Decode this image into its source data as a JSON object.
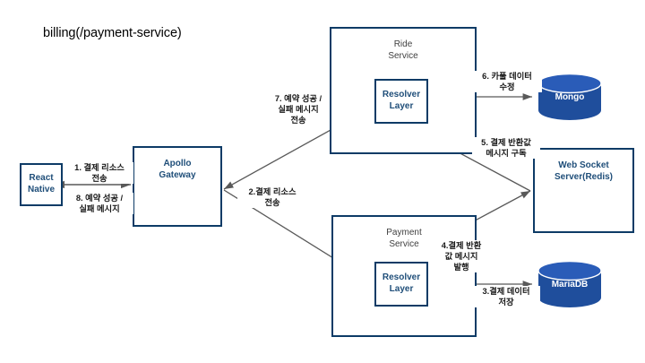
{
  "title": "billing(/payment-service)",
  "colors": {
    "node_border": "#0d3b66",
    "node_text": "#1f4e79",
    "container_text": "#3f3f3f",
    "db_fill": "#1f4e9c",
    "db_top": "#2a5cb8",
    "edge": "#595959",
    "label_text": "#1a1a1a",
    "background": "#ffffff"
  },
  "nodes": {
    "react_native": {
      "label": "React\nNative"
    },
    "apollo_gateway": {
      "label": "Apollo\nGateway"
    },
    "ride_service": {
      "label": "Ride\nService"
    },
    "ride_resolver": {
      "label": "Resolver\nLayer"
    },
    "payment_service": {
      "label": "Payment\nService"
    },
    "payment_resolver": {
      "label": "Resolver\nLayer"
    },
    "websocket_server": {
      "label": "Web Socket\nServer(Redis)"
    },
    "mongo": {
      "label": "Mongo"
    },
    "mariadb": {
      "label": "MariaDB"
    }
  },
  "edge_labels": {
    "step1": "1. 결제 리소스\n전송",
    "step8": "8. 예약 성공 /\n실패 메시지",
    "step2": "2.결제 리소스\n전송",
    "step7": "7. 예약 성공 /\n실패 메시지\n전송",
    "step6": "6. 카풀 데이터\n수정",
    "step5": "5. 결제 반환값\n메시지 구독",
    "step4": "4.결제 반환\n값 메시지\n발행",
    "step3": "3.결제 데이터\n저장"
  }
}
